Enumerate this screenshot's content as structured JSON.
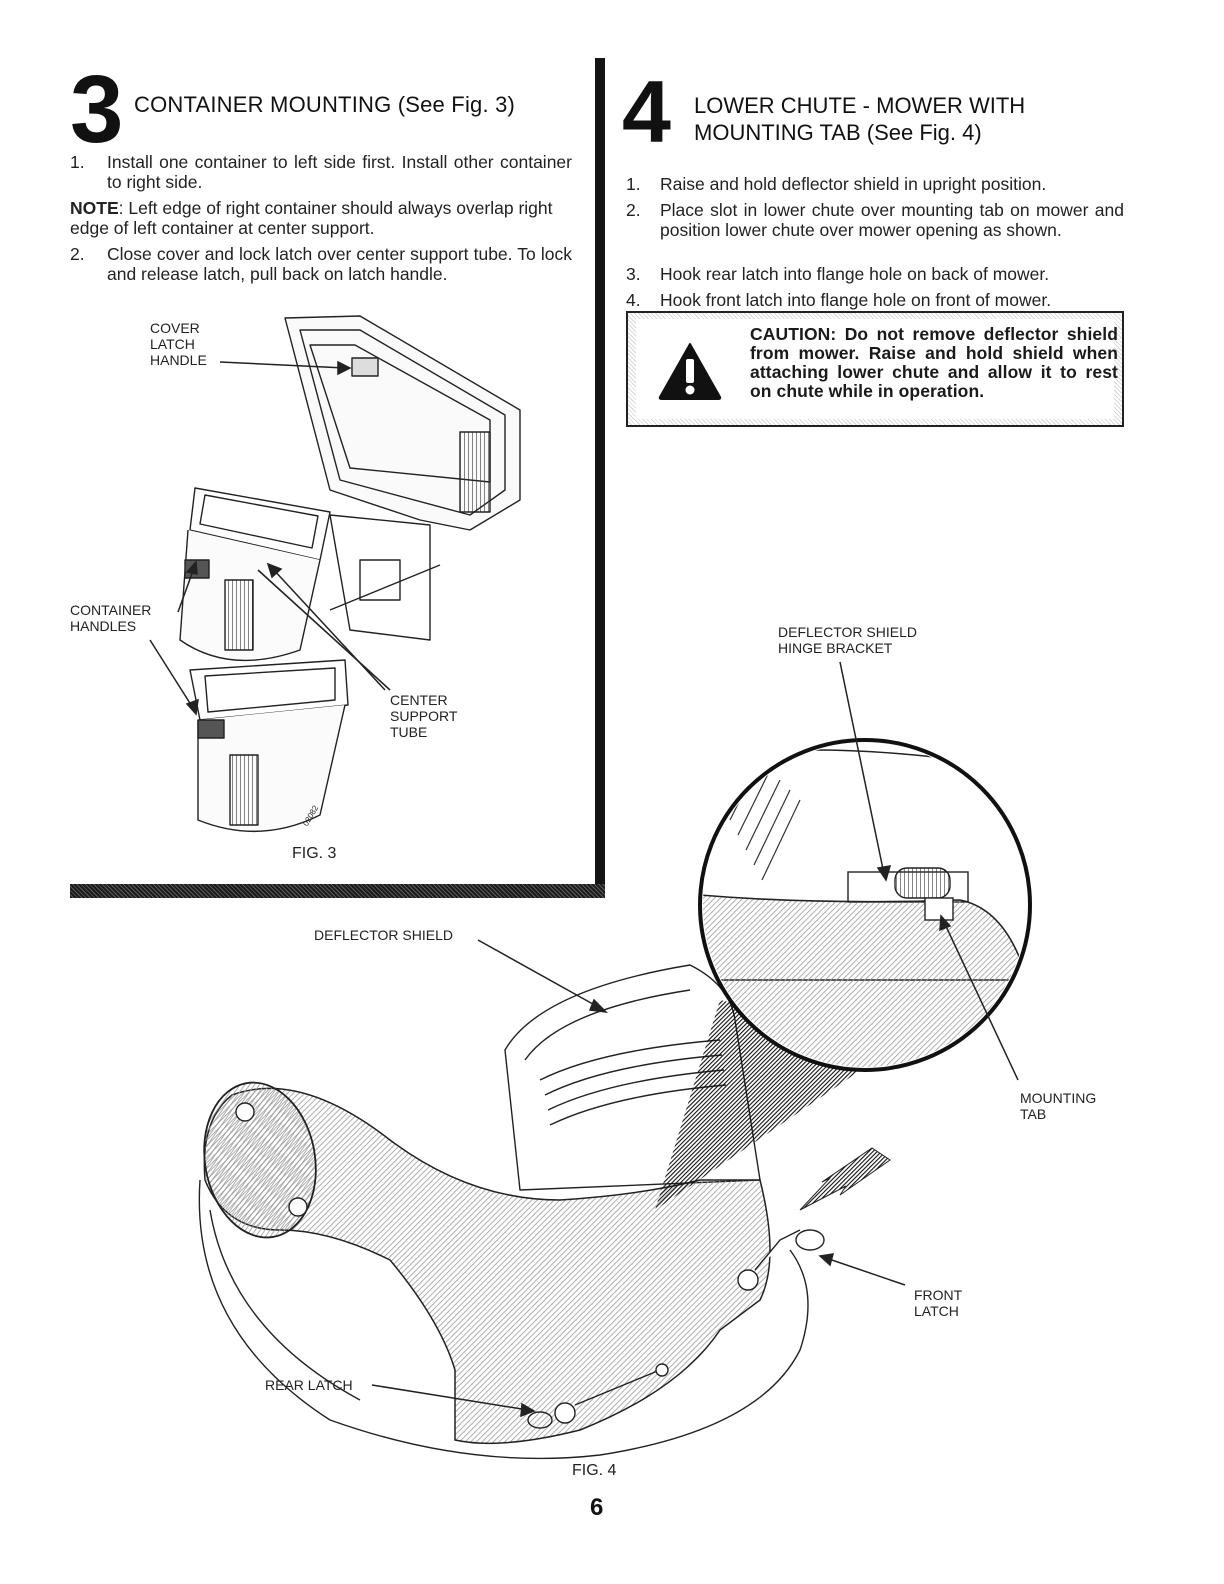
{
  "section3": {
    "number": "3",
    "title": "CONTAINER MOUNTING (See Fig. 3)",
    "steps": [
      {
        "num": "1.",
        "text": "Install one container to left side first. Install other container to right side."
      },
      {
        "num": "2.",
        "text": "Close cover and lock latch over center support tube. To lock and release latch, pull back on latch handle."
      }
    ],
    "note_label": "NOTE",
    "note_text": ": Left edge of right container should always overlap right edge of left container at center support.",
    "figure": {
      "callouts": {
        "cover_latch_handle": [
          "COVER",
          "LATCH",
          "HANDLE"
        ],
        "container_handles": [
          "CONTAINER",
          "HANDLES"
        ],
        "center_support_tube": [
          "CENTER",
          "SUPPORT",
          "TUBE"
        ]
      },
      "part_code": "02082",
      "caption": "FIG. 3"
    }
  },
  "section4": {
    "number": "4",
    "title_lines": [
      "LOWER CHUTE - MOWER WITH",
      "MOUNTING TAB (See Fig. 4)"
    ],
    "steps": [
      {
        "num": "1.",
        "text": "Raise and hold deflector shield in upright position."
      },
      {
        "num": "2.",
        "text": "Place slot in lower chute over mounting tab on mower and position lower chute over mower opening as shown."
      },
      {
        "num": "3.",
        "text": "Hook rear latch into flange hole on back of mower."
      },
      {
        "num": "4.",
        "text": "Hook front latch into flange hole on front of mower."
      }
    ],
    "caution": "CAUTION: Do not remove deflector shield from mower. Raise and hold shield when attaching lower chute and allow it to rest on chute while in operation.",
    "figure": {
      "callouts": {
        "hinge_bracket": [
          "DEFLECTOR SHIELD",
          "HINGE BRACKET"
        ],
        "deflector_shield": "DEFLECTOR SHIELD",
        "mounting_tab": [
          "MOUNTING",
          "TAB"
        ],
        "front_latch": [
          "FRONT",
          "LATCH"
        ],
        "rear_latch": "REAR LATCH"
      },
      "caption": "FIG. 4"
    }
  },
  "page_number": "6",
  "icons": [
    "warning-triangle-icon"
  ]
}
